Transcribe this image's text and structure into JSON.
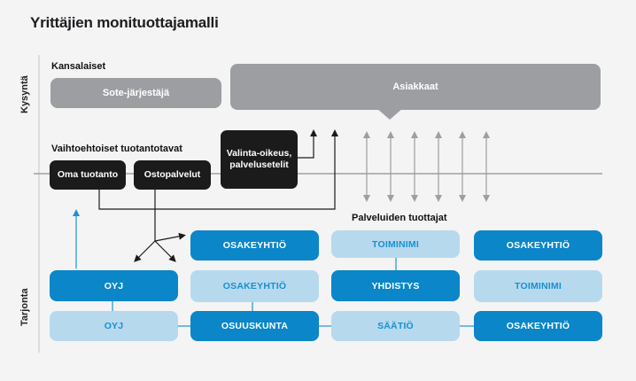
{
  "title": "Yrittäjien monituottajamalli",
  "axis": {
    "demand": "Kysyntä",
    "supply": "Tarjonta"
  },
  "demand": {
    "section_label": "Kansalaiset",
    "organizer": "Sote-järjestäjä",
    "customers": "Asiakkaat"
  },
  "alternatives": {
    "section_label": "Vaihtoehtoiset tuotantotavat",
    "own_production": "Oma tuotanto",
    "purchased_services": "Ostopalvelut",
    "freedom_of_choice": "Valinta-oikeus, palvelusetelit"
  },
  "producers": {
    "section_label": "Palveluiden tuottajat",
    "col1": [
      "OYJ",
      "OYJ"
    ],
    "col2": [
      "OSAKEYHTIÖ",
      "OSAKEYHTIÖ",
      "OSUUSKUNTA"
    ],
    "col3": [
      "TOIMINIMI",
      "YHDISTYS",
      "SÄÄTIÖ"
    ],
    "col4": [
      "OSAKEYHTIÖ",
      "TOIMINIMI",
      "OSAKEYHTIÖ"
    ]
  },
  "colors": {
    "dark_blue": "#0a86c9",
    "light_blue": "#b7d9ee",
    "gray": "#9c9ea1",
    "black": "#1b1b1b"
  }
}
